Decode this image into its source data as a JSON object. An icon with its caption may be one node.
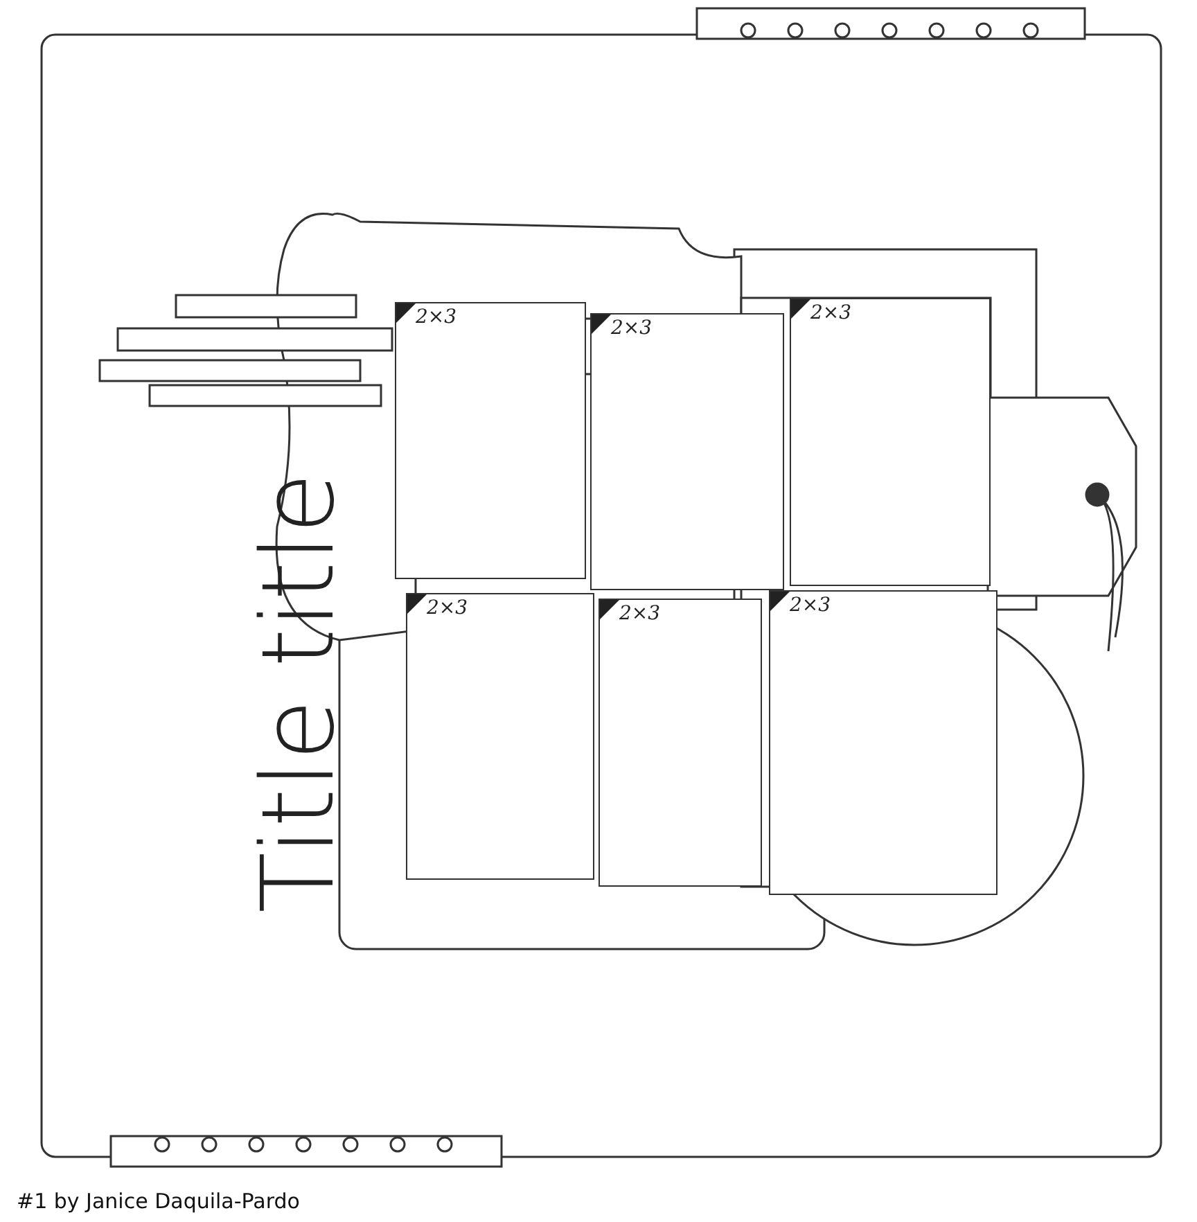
{
  "diagram": {
    "nodes": [
      {
        "text": [
          "2×3"
        ]
      },
      {
        "text": [
          "2×3"
        ]
      },
      {
        "text": [
          "2×3"
        ]
      },
      {
        "text": [
          "2×3"
        ]
      },
      {
        "text": [
          "2×3"
        ]
      },
      {
        "text": [
          "2×3"
        ]
      }
    ],
    "labels": [
      "Title title",
      "#1 by Janice Daquila-Pardo"
    ]
  }
}
